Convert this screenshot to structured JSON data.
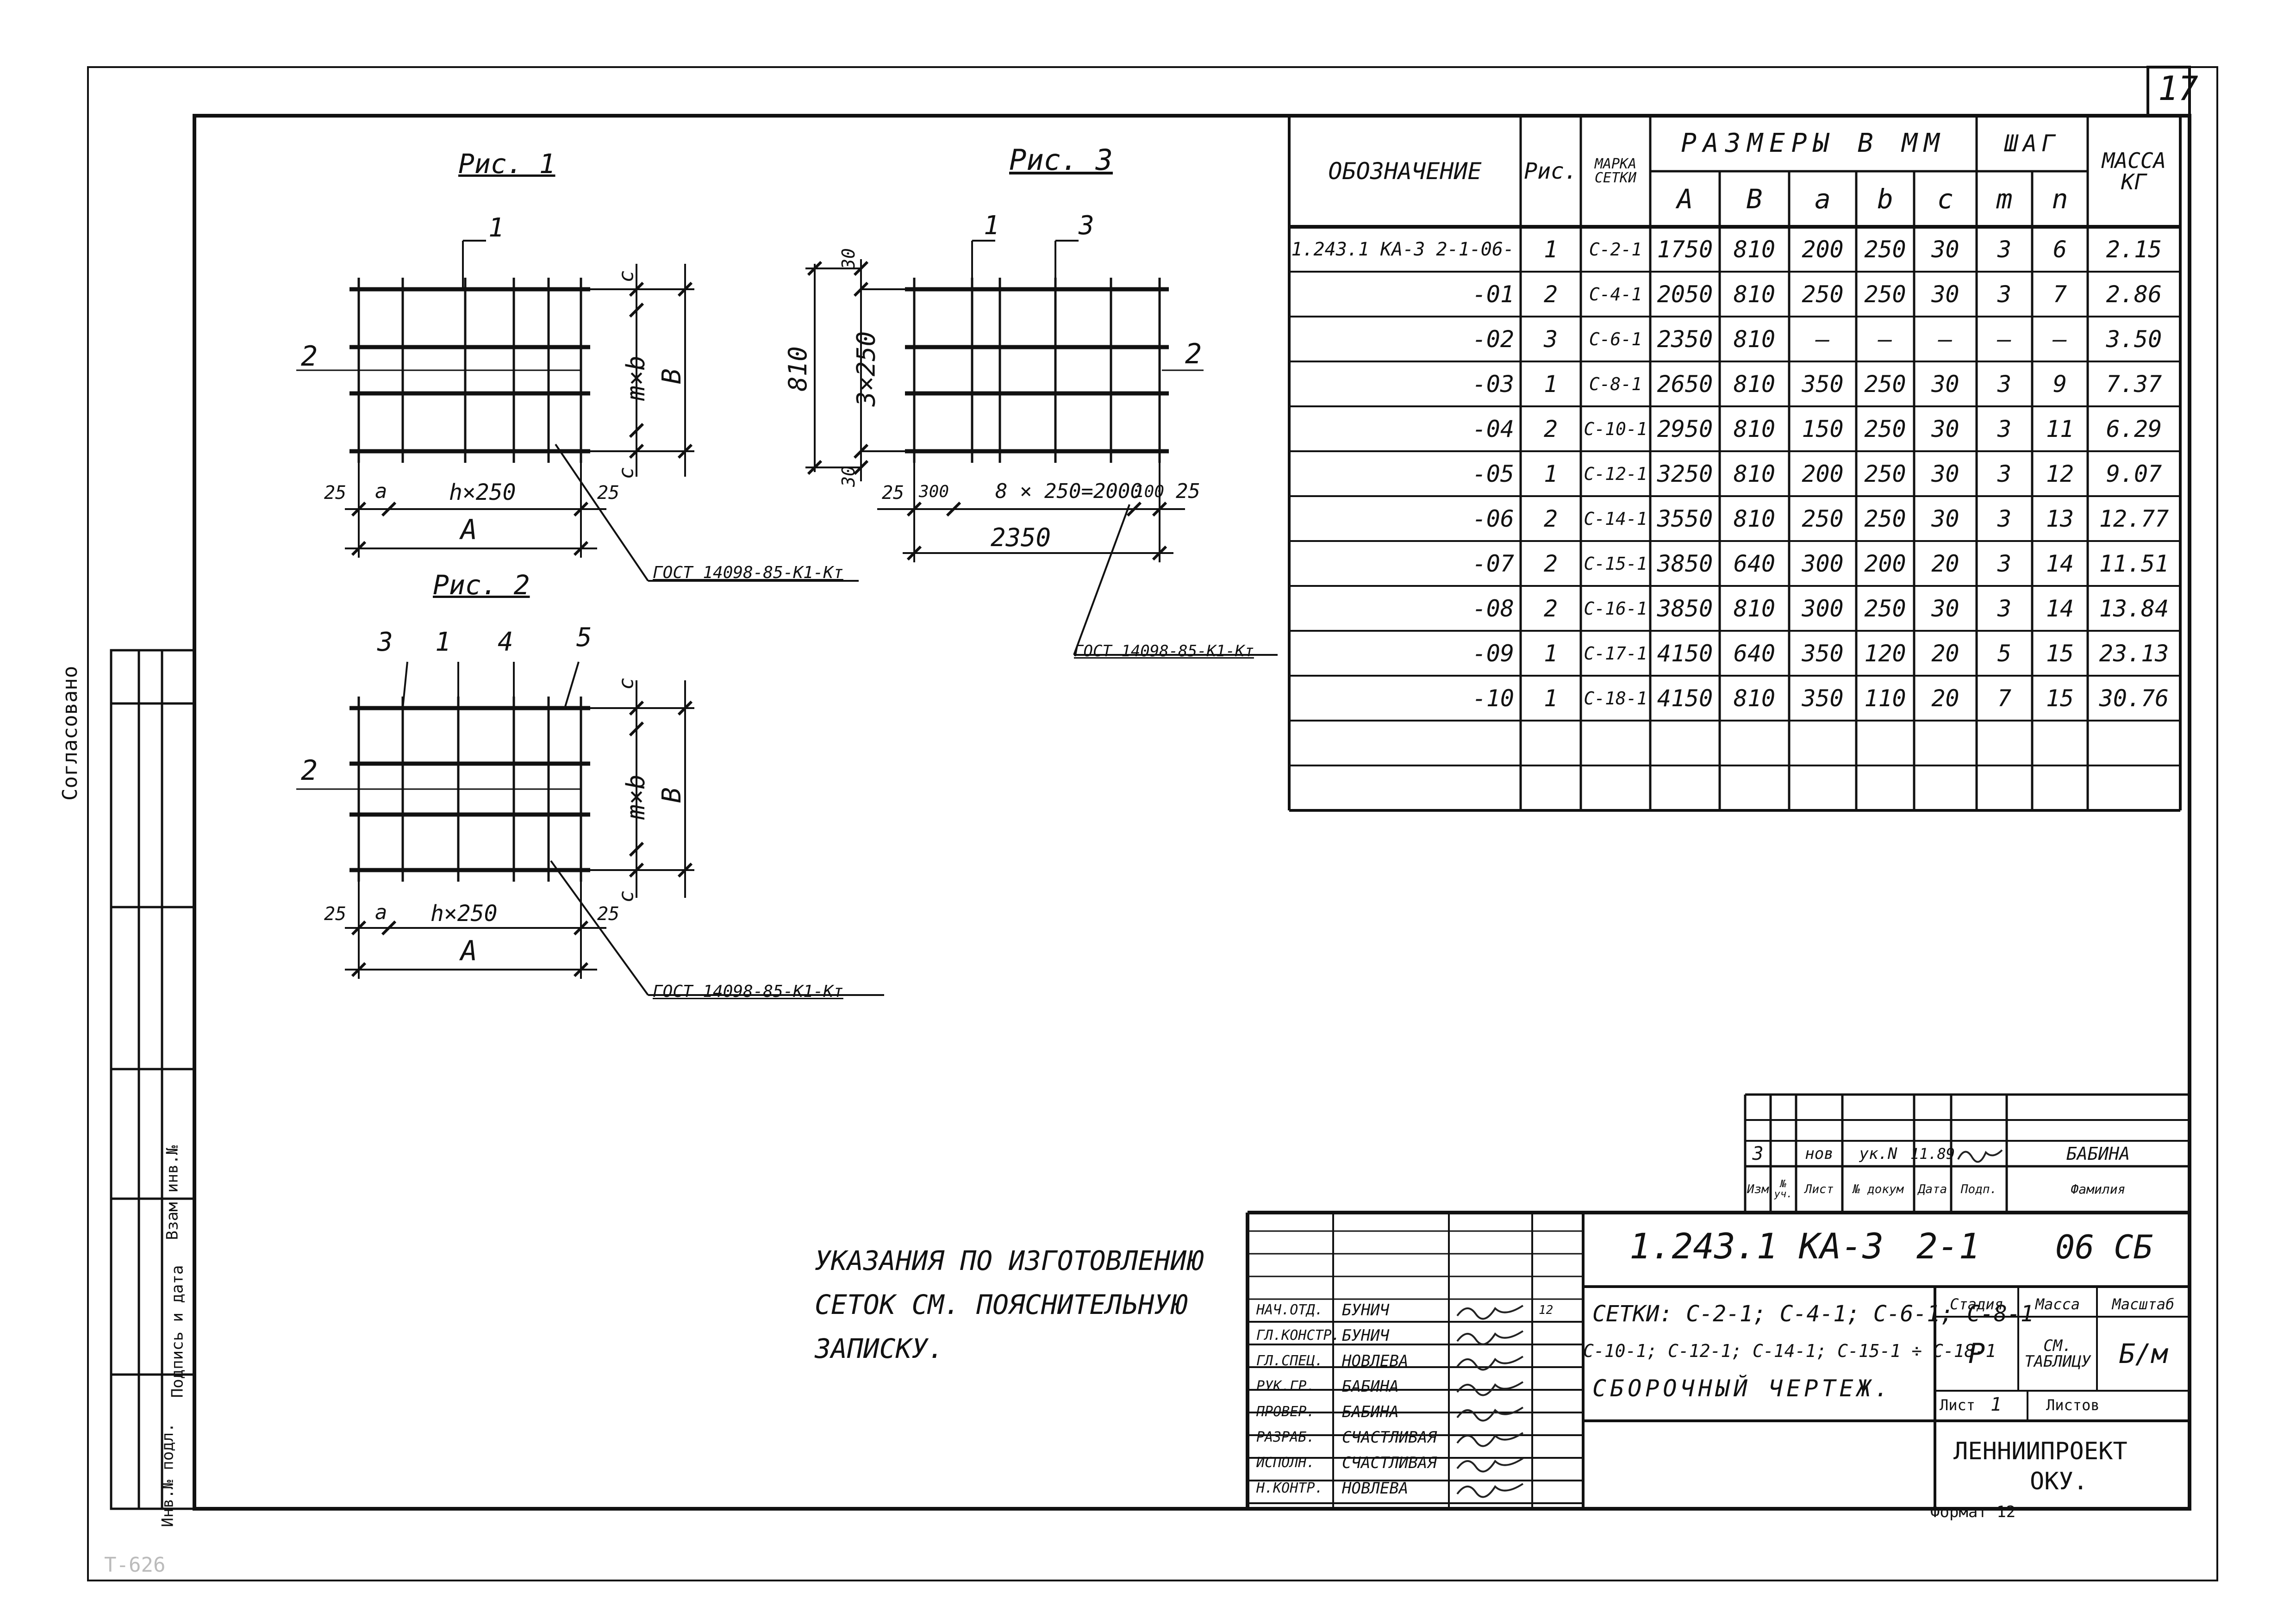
{
  "sheet": {
    "page_number": "17",
    "stamp_mark": "Т-626",
    "format_label": "Формат 12"
  },
  "side_stamp": {
    "soglasovano": "Согласовано",
    "vzam_inv": "Взам инв.№",
    "podpis_data": "Подпись и дата",
    "inv_podl": "Инв.№ подл."
  },
  "figures": {
    "fig1": {
      "title": "Рис. 1",
      "callout_1": "1",
      "callout_2": "2",
      "dim_25_left": "25",
      "dim_a": "a",
      "dim_n250": "h×250",
      "dim_25_right": "25",
      "dim_A": "A",
      "dim_c_top": "c",
      "dim_mxb": "m×b",
      "dim_B": "B",
      "dim_c_bottom": "c",
      "gost": "ГОСТ 14098-85-К1-Кт"
    },
    "fig2": {
      "title": "Рис. 2",
      "callout_3": "3",
      "callout_1": "1",
      "callout_4": "4",
      "callout_5": "5",
      "callout_2": "2",
      "dim_25_left": "25",
      "dim_a": "a",
      "dim_n250": "h×250",
      "dim_25_right": "25",
      "dim_A": "A",
      "dim_c_top": "c",
      "dim_mxb": "m×b",
      "dim_B": "B",
      "dim_c_bottom": "c",
      "gost": "ГОСТ 14098-85-К1-Кт"
    },
    "fig3": {
      "title": "Рис. 3",
      "callout_1": "1",
      "callout_3": "3",
      "callout_2": "2",
      "dim_30_top": "30",
      "dim_810": "810",
      "dim_3x250": "3×250",
      "dim_30_bottom": "30",
      "dim_25_left": "25",
      "dim_300": "300",
      "dim_8x250": "8 × 250=2000",
      "dim_100": "100",
      "dim_25_right": "25",
      "dim_2350": "2350",
      "gost": "ГОСТ 14098-85-К1-Кт"
    }
  },
  "spec_table": {
    "headers": {
      "designation": "ОБОЗНАЧЕНИЕ",
      "fig": "Рис.",
      "mark": "МАРКА СЕТКИ",
      "sizes": "РАЗМЕРЫ В ММ",
      "step": "ШАГ",
      "mass": "МАССА КГ",
      "A": "A",
      "B": "B",
      "a": "a",
      "b": "b",
      "c": "c",
      "m": "m",
      "n": "n"
    },
    "rows": [
      {
        "designation": "1.243.1 КА-3 2-1-06-",
        "fig": "1",
        "mark": "С-2-1",
        "A": "1750",
        "B": "810",
        "a": "200",
        "b": "250",
        "c": "30",
        "m": "3",
        "n": "6",
        "mass": "2.15"
      },
      {
        "designation": "-01",
        "fig": "2",
        "mark": "С-4-1",
        "A": "2050",
        "B": "810",
        "a": "250",
        "b": "250",
        "c": "30",
        "m": "3",
        "n": "7",
        "mass": "2.86"
      },
      {
        "designation": "-02",
        "fig": "3",
        "mark": "С-6-1",
        "A": "2350",
        "B": "810",
        "a": "—",
        "b": "—",
        "c": "—",
        "m": "—",
        "n": "—",
        "mass": "3.50"
      },
      {
        "designation": "-03",
        "fig": "1",
        "mark": "С-8-1",
        "A": "2650",
        "B": "810",
        "a": "350",
        "b": "250",
        "c": "30",
        "m": "3",
        "n": "9",
        "mass": "7.37"
      },
      {
        "designation": "-04",
        "fig": "2",
        "mark": "С-10-1",
        "A": "2950",
        "B": "810",
        "a": "150",
        "b": "250",
        "c": "30",
        "m": "3",
        "n": "11",
        "mass": "6.29"
      },
      {
        "designation": "-05",
        "fig": "1",
        "mark": "С-12-1",
        "A": "3250",
        "B": "810",
        "a": "200",
        "b": "250",
        "c": "30",
        "m": "3",
        "n": "12",
        "mass": "9.07"
      },
      {
        "designation": "-06",
        "fig": "2",
        "mark": "С-14-1",
        "A": "3550",
        "B": "810",
        "a": "250",
        "b": "250",
        "c": "30",
        "m": "3",
        "n": "13",
        "mass": "12.77"
      },
      {
        "designation": "-07",
        "fig": "2",
        "mark": "С-15-1",
        "A": "3850",
        "B": "640",
        "a": "300",
        "b": "200",
        "c": "20",
        "m": "3",
        "n": "14",
        "mass": "11.51"
      },
      {
        "designation": "-08",
        "fig": "2",
        "mark": "С-16-1",
        "A": "3850",
        "B": "810",
        "a": "300",
        "b": "250",
        "c": "30",
        "m": "3",
        "n": "14",
        "mass": "13.84"
      },
      {
        "designation": "-09",
        "fig": "1",
        "mark": "С-17-1",
        "A": "4150",
        "B": "640",
        "a": "350",
        "b": "120",
        "c": "20",
        "m": "5",
        "n": "15",
        "mass": "23.13"
      },
      {
        "designation": "-10",
        "fig": "1",
        "mark": "С-18-1",
        "A": "4150",
        "B": "810",
        "a": "350",
        "b": "110",
        "c": "20",
        "m": "7",
        "n": "15",
        "mass": "30.76"
      }
    ]
  },
  "note": {
    "line1": "УКАЗАНИЯ ПО ИЗГОТОВЛЕНИЮ",
    "line2": "СЕТОК СМ. ПОЯСНИТЕЛЬНУЮ",
    "line3": "ЗАПИСКУ."
  },
  "revision_block": {
    "entry": {
      "izm": "3",
      "kol": "",
      "list": "нов",
      "doc": "ук.N",
      "date": "11.89",
      "name": "БАБИНА"
    },
    "headers": {
      "izm": "Изм",
      "kol": "№ уч.",
      "list": "Лист",
      "doc": "№ докум",
      "date": "Дата",
      "sign": "Подп.",
      "name": "Фамилия"
    }
  },
  "title_block": {
    "code": "1.243.1 КА-3",
    "part": "2-1",
    "sheet_code": "06 СБ",
    "name_line1": "СЕТКИ: С-2-1; С-4-1; С-6-1; С-8-1",
    "name_line2": "С-10-1; С-12-1; С-14-1; С-15-1 ÷ С-18-1",
    "name_line3": "СБОРОЧНЫЙ ЧЕРТЕЖ.",
    "stage_label": "Стадия",
    "mass_label": "Масса",
    "scale_label": "Масштаб",
    "stage_value": "Р",
    "mass_value": "СМ. ТАБЛИЦУ",
    "scale_value": "Б/м",
    "sheet_label": "Лист",
    "sheet_value": "1",
    "sheets_label": "Листов",
    "org_line1": "ЛЕННИИПРОЕКТ",
    "org_line2": "ОКУ.",
    "signatures": [
      {
        "role": "НАЧ.ОТД.",
        "name": "БУНИЧ",
        "date": "12"
      },
      {
        "role": "ГЛ.КОНСТР.",
        "name": "БУНИЧ",
        "date": ""
      },
      {
        "role": "ГЛ.СПЕЦ.",
        "name": "НОВЛЕВА",
        "date": ""
      },
      {
        "role": "РУК.ГР.",
        "name": "БАБИНА",
        "date": ""
      },
      {
        "role": "ПРОВЕР.",
        "name": "БАБИНА",
        "date": ""
      },
      {
        "role": "РАЗРАБ.",
        "name": "СЧАСТЛИВАЯ",
        "date": ""
      },
      {
        "role": "ИСПОЛН.",
        "name": "СЧАСТЛИВАЯ",
        "date": ""
      },
      {
        "role": "Н.КОНТР.",
        "name": "НОВЛЕВА",
        "date": ""
      }
    ]
  }
}
